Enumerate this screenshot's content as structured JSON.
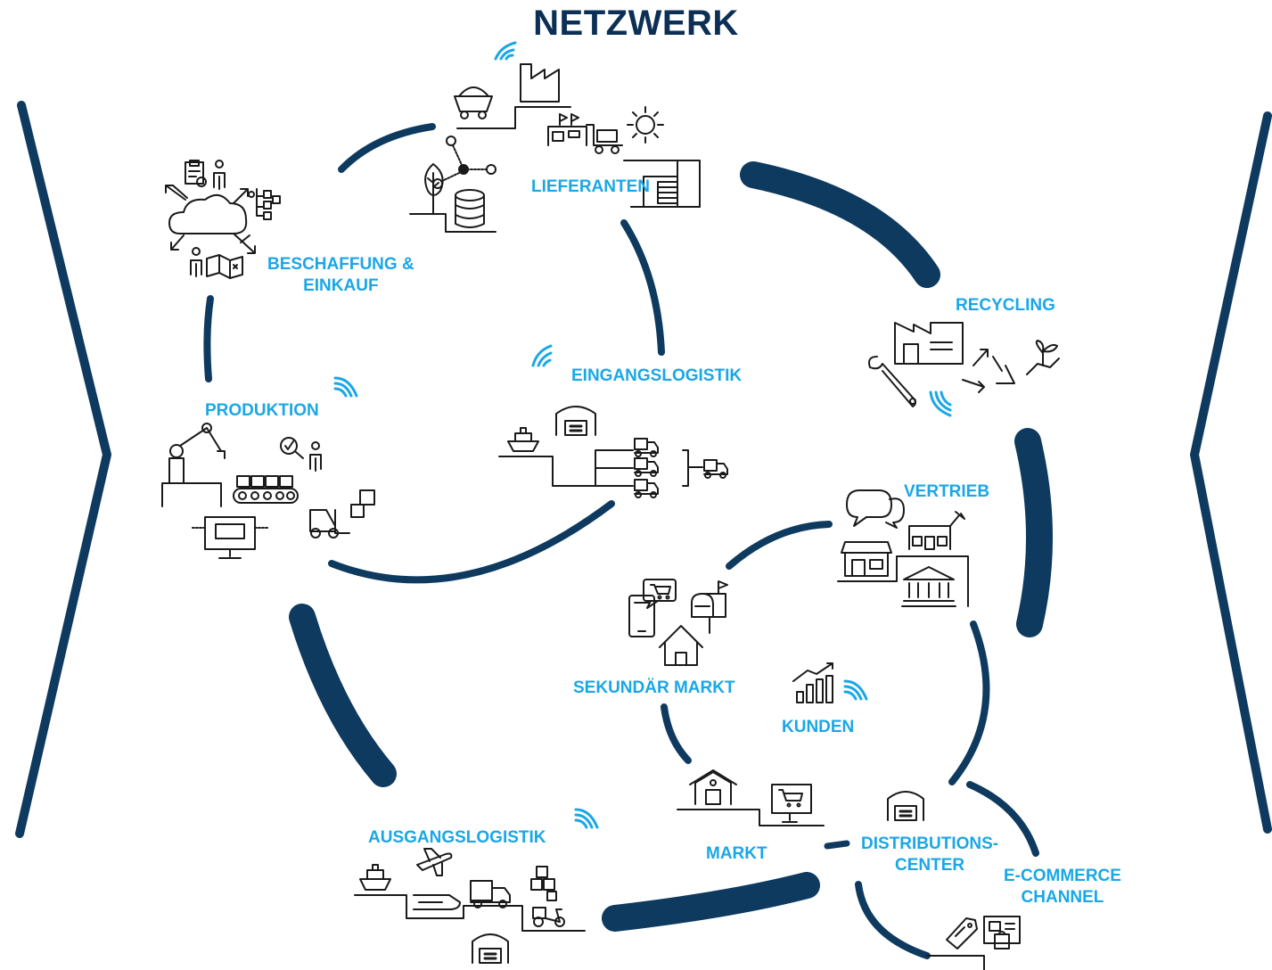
{
  "title": "NETZWERK",
  "colors": {
    "title": "#0b2f55",
    "label": "#1aa7e6",
    "arc": "#0d3a5e",
    "icon": "#1a1a1a",
    "wifi": "#1aa7e6"
  },
  "nodes": {
    "lieferanten": {
      "label": "LIEFERANTEN"
    },
    "beschaffung": {
      "line1": "BESCHAFFUNG &",
      "line2": "EINKAUF"
    },
    "recycling": {
      "label": "RECYCLING"
    },
    "eingangslogistik": {
      "label": "EINGANGSLOGISTIK"
    },
    "produktion": {
      "label": "PRODUKTION"
    },
    "vertrieb": {
      "label": "VERTRIEB"
    },
    "sekundaer_markt": {
      "label": "SEKUNDÄR MARKT"
    },
    "kunden": {
      "label": "KUNDEN"
    },
    "ausgangslogistik": {
      "label": "AUSGANGSLOGISTIK"
    },
    "markt": {
      "label": "MARKT"
    },
    "distributionscenter": {
      "line1": "DISTRIBUTIONS-",
      "line2": "CENTER"
    },
    "ecommerce": {
      "line1": "E-COMMERCE",
      "line2": "CHANNEL"
    }
  }
}
